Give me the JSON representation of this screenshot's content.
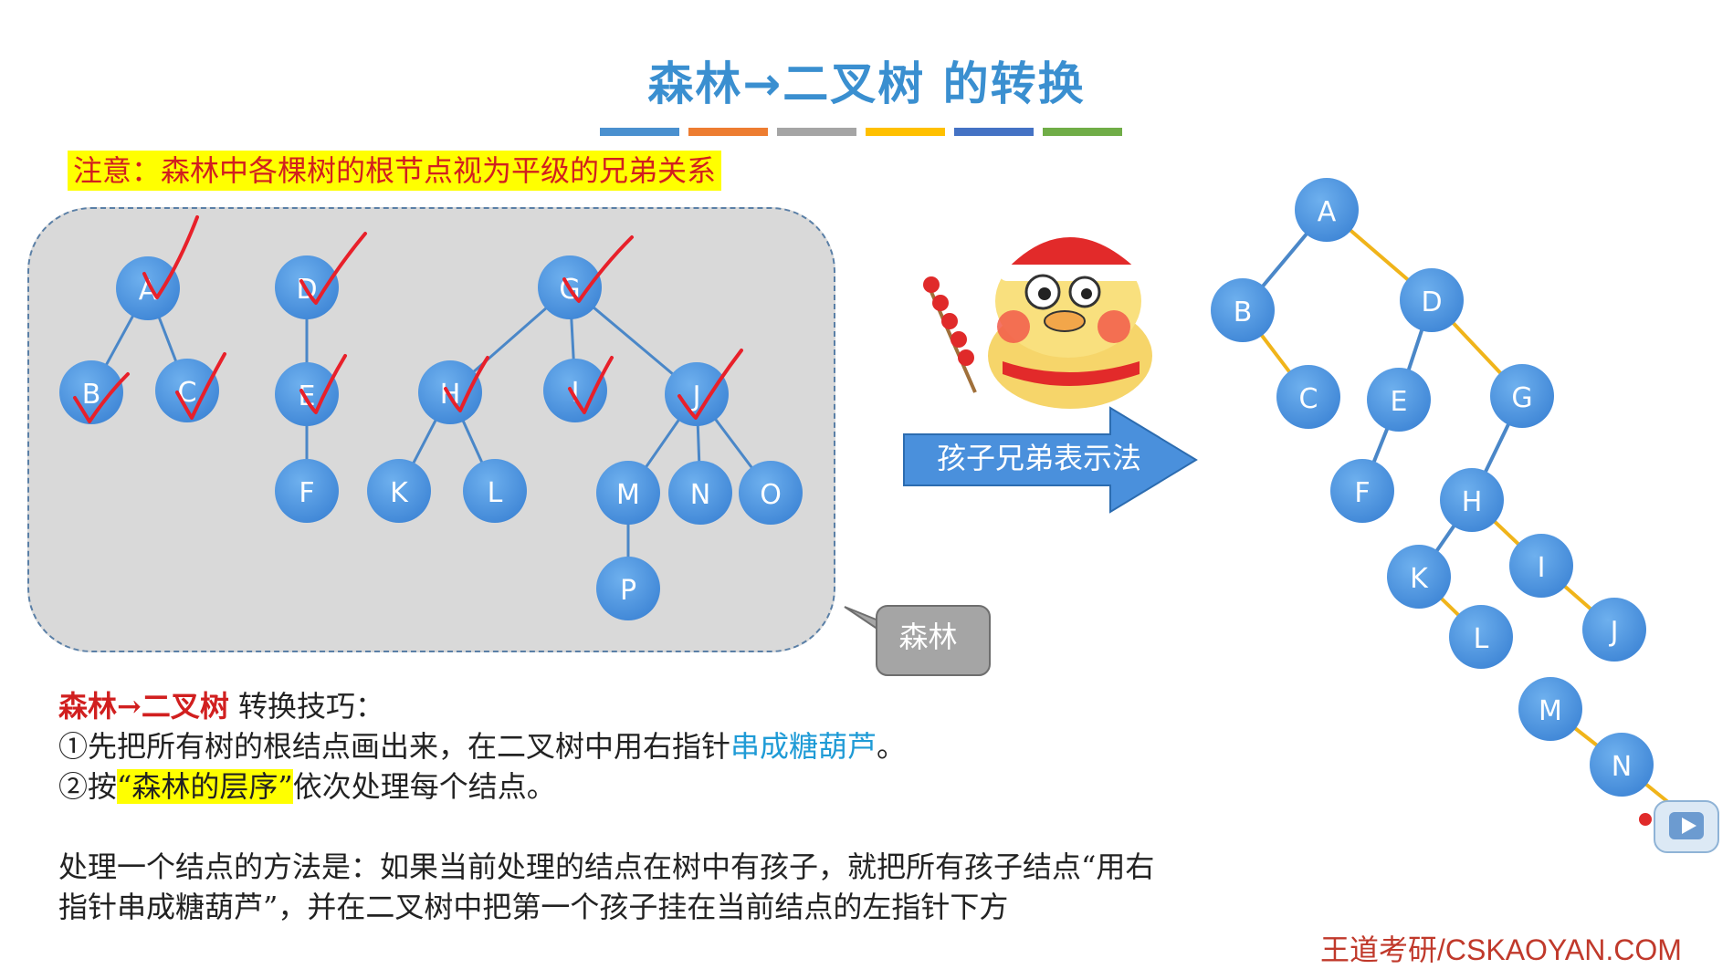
{
  "title": "森林→二叉树 的转换",
  "colors": [
    "#4a90cf",
    "#ed7d31",
    "#a5a5a5",
    "#ffc000",
    "#4472c4",
    "#70ad47"
  ],
  "note": "注意：森林中各棵树的根节点视为平级的兄弟关系",
  "method_label": "孩子兄弟表示法",
  "forest_label": "森林",
  "tips": {
    "heading_red": "森林→二叉树",
    "heading_rest": " 转换技巧：",
    "line1_pre": "①先把所有树的根结点画出来，在二叉树中用右指针",
    "line1_blue": "串成糖葫芦",
    "line1_post": "。",
    "line2_pre": "②按",
    "line2_hl": "“森林的层序”",
    "line2_post": "依次处理每个结点。"
  },
  "method_text": {
    "line1": "处理一个结点的方法是：如果当前处理的结点在树中有孩子，就把所有孩子结点“用右",
    "line2": "指针串成糖葫芦”，并在二叉树中把第一个孩子挂在当前结点的左指针下方"
  },
  "footer": "王道考研/CSKAOYAN.COM",
  "forest_nodes": [
    "A",
    "B",
    "C",
    "D",
    "E",
    "F",
    "G",
    "H",
    "I",
    "J",
    "K",
    "L",
    "M",
    "N",
    "O",
    "P"
  ],
  "binary_tree_nodes": [
    "A",
    "B",
    "C",
    "D",
    "E",
    "F",
    "G",
    "H",
    "I",
    "J",
    "K",
    "L",
    "M",
    "N"
  ]
}
